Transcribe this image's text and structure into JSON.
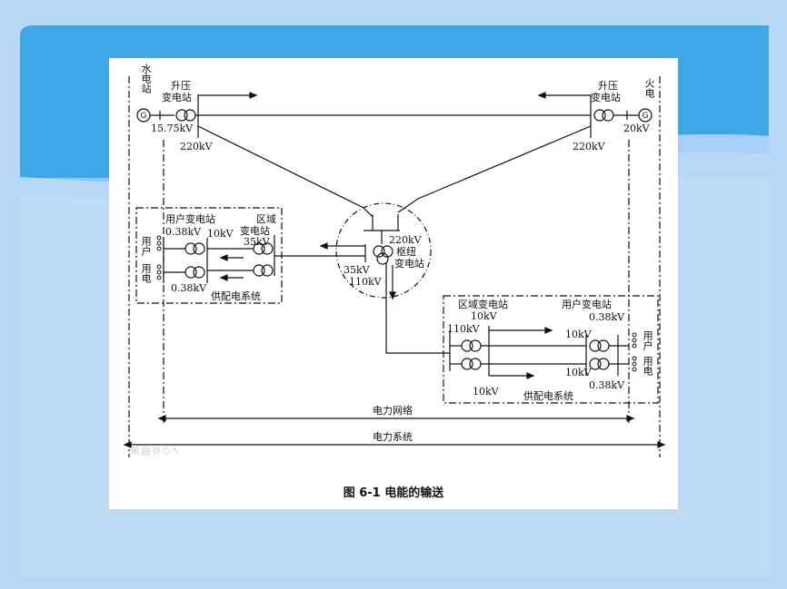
{
  "slide": {
    "background": "#b8d8f6",
    "header_band": "#3fa7e6",
    "wave": "#cfe8fb"
  },
  "figure": {
    "caption": "图 6-1   电能的输送",
    "hydro_station": "水电站",
    "thermal_station": "火电",
    "step_up_left": [
      "升压",
      "变电站"
    ],
    "step_up_right": [
      "升压",
      "变电站"
    ],
    "v_15_75": "15.75kV",
    "v_20": "20kV",
    "v_220_left": "220kV",
    "v_220_right": "220kV",
    "hub": {
      "v220": "220kV",
      "name1": "枢纽",
      "name2": "变电站",
      "v35": "35kV",
      "v110": "110kV"
    },
    "left_box": {
      "user_substation": "用户变电站",
      "area": "区域",
      "area2": "变电站",
      "v038_top": "0.38kV",
      "v10": "10kV",
      "v35": "35kV",
      "v038_bottom": "0.38kV",
      "consumer_top": "用户",
      "consumer_bottom": "用电",
      "system": "供配电系统"
    },
    "right_box": {
      "area_substation": "区域变电站",
      "user_substation": "用户变电站",
      "v10_top": "10kV",
      "v038_top": "0.38kV",
      "v110": "110kV",
      "v10_a": "10kV",
      "v10_b": "10kV",
      "v038_bottom": "0.38kV",
      "v10_bottom": "10kV",
      "consumer_top": "用户",
      "consumer_bottom": "用电",
      "system": "供配电系统"
    },
    "power_network": "电力网络",
    "power_system": "电力系统",
    "toolbar_icons": "⊞▤⊘◇↖"
  }
}
